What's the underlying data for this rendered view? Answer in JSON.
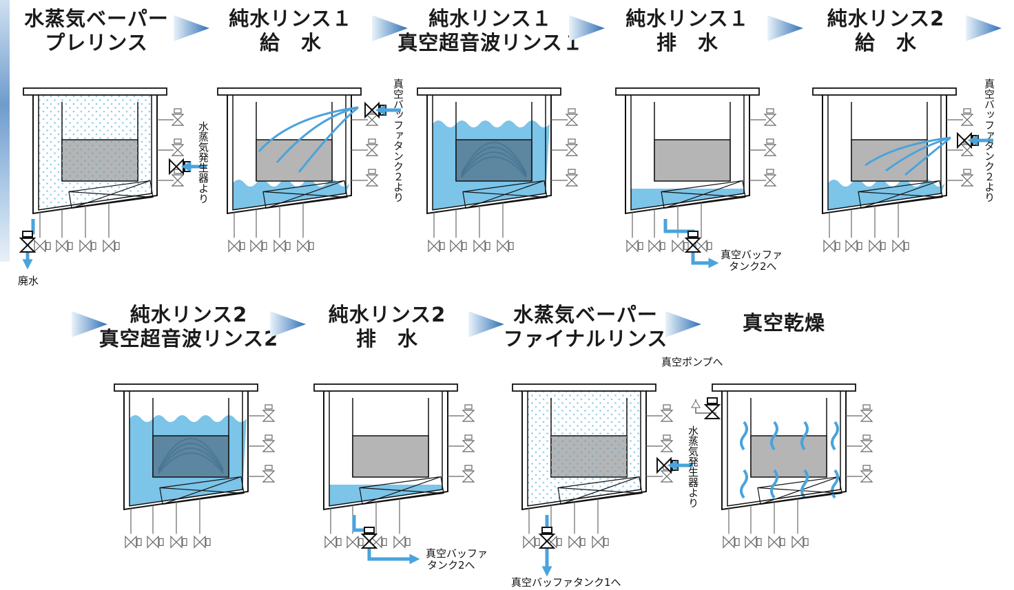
{
  "steps": [
    {
      "id": "s1",
      "title": [
        "水蒸気ベーパー",
        "プレリンス"
      ]
    },
    {
      "id": "s2",
      "title": [
        "純水リンス１",
        "給　水"
      ]
    },
    {
      "id": "s3",
      "title": [
        "純水リンス１",
        "真空超音波リンス１"
      ]
    },
    {
      "id": "s4",
      "title": [
        "純水リンス１",
        "排　水"
      ]
    },
    {
      "id": "s5",
      "title": [
        "純水リンス2",
        "給　水"
      ]
    },
    {
      "id": "s6",
      "title": [
        "純水リンス2",
        "真空超音波リンス2"
      ]
    },
    {
      "id": "s7",
      "title": [
        "純水リンス2",
        "排　水"
      ]
    },
    {
      "id": "s8",
      "title": [
        "水蒸気ベーパー",
        "ファイナルリンス"
      ]
    },
    {
      "id": "s9",
      "title": [
        "真空乾燥"
      ]
    }
  ],
  "labels": {
    "waste": "廃水",
    "steam_in_1": "水蒸気発生器より",
    "buffer2_in_1": "真空バッファタンク２より",
    "buffer2_out_1": [
      "真空バッファ",
      "タンク2へ"
    ],
    "buffer2_in_2": "真空バッファタンク２より",
    "buffer2_out_2": [
      "真空バッファ",
      "タンク2へ"
    ],
    "steam_in_2": "水蒸気発生器より",
    "buffer1_out": "真空バッファタンク1へ",
    "vacuum_pump": "真空ポンプへ"
  },
  "colors": {
    "water": "#7cc4e8",
    "water_dark": "#5aaad8",
    "flow": "#4aa3dc",
    "basket": "#b5b5b5",
    "valve_line": "#666666",
    "arrow_dark": "#2f6fb5",
    "arrow_light": "#d8e9f6"
  },
  "icons": [
    "flow-arrow-icon",
    "valve-icon",
    "ultrasonic-wave-icon",
    "steam-dots",
    "heat-wave-icon"
  ]
}
